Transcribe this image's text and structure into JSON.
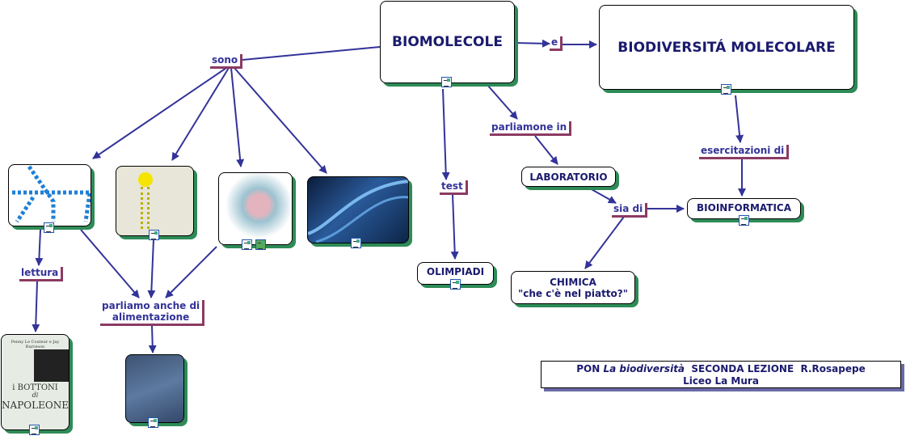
{
  "concepts": {
    "biomolecole": "BIOMOLECOLE",
    "biodiversita": "BIODIVERSITÁ MOLECOLARE",
    "laboratorio": "LABORATORIO",
    "bioinformatica": "BIOINFORMATICA",
    "olimpiadi": "OLIMPIADI",
    "chimica_line1": "CHIMICA",
    "chimica_line2": "\"che c'è nel piatto?\""
  },
  "links": {
    "e": "e",
    "sono": "sono",
    "test": "test",
    "parliamone_in": "parliamone in",
    "sia_di": "sia di",
    "esercitazioni_di": "esercitazioni di",
    "lettura": "lettura",
    "parliamo_line1": "parliamo anche di",
    "parliamo_line2": "alimentazione"
  },
  "images": {
    "book_author": "Penny Le Couteur e Jay Burreson",
    "book_title_1": "i BOTTONI",
    "book_title_2": "di",
    "book_title_3": "NAPOLEONE"
  },
  "footer": {
    "prefix": "PON ",
    "italic": "La biodiversità",
    "suffix": "  SECONDA LEZIONE  R.Rosapepe",
    "line2": "Liceo La Mura"
  },
  "colors": {
    "arrow": "#333399",
    "shadow": "#2e8b57",
    "link_underline": "#8b3a62"
  }
}
